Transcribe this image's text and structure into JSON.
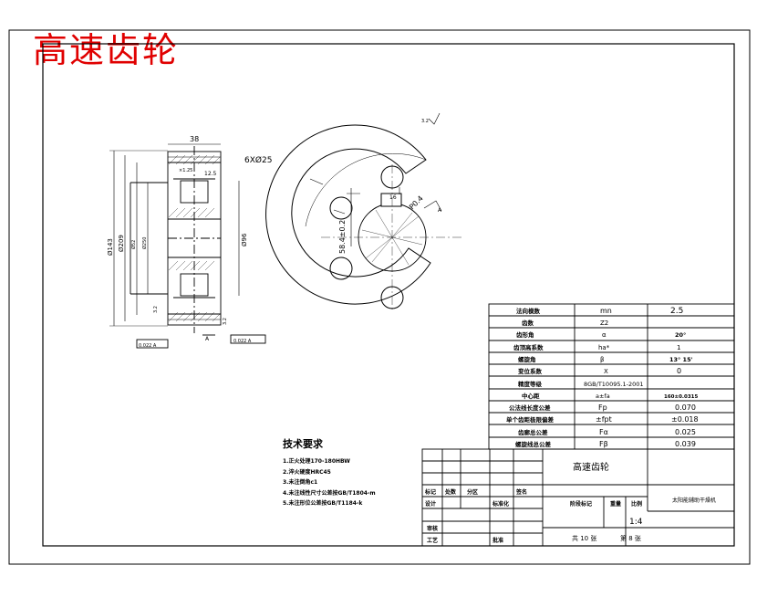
{
  "drawing_title": "高速齿轮",
  "technical_requirements": {
    "heading": "技术要求",
    "items": [
      "1.正火处理170-180HBW",
      "2.淬火硬度HRC45",
      "3.未注倒角c1",
      "4.未注线性尺寸公差按GB/T1804-m",
      "5.未注形位公差按GB/T1184-k"
    ]
  },
  "side_view_labels": {
    "width": "38",
    "hole_spec": "6XØ25",
    "hub_dia": "Ø96",
    "outer_dia": "Ø143",
    "dia_209": "Ø209",
    "dia_a": "Ø52",
    "dia_b": "Ø250",
    "chamfer": "×1.25",
    "datum_a": "A",
    "runout_1": "0.022 A",
    "runout_2": "0.022 A",
    "ra_1": "3.2",
    "ra_2": "3.2",
    "offset": "12.5"
  },
  "front_view_labels": {
    "keyway_dim": "58.4±0.2",
    "keyway_width": "16",
    "pitch_mark": "P0.4",
    "datum": "A",
    "roughness": "3.2"
  },
  "params_table": {
    "rows": [
      [
        "法向模数",
        "mn",
        "2.5"
      ],
      [
        "齿数",
        "Z2",
        ""
      ],
      [
        "齿形角",
        "α",
        "20°"
      ],
      [
        "齿顶高系数",
        "ha*",
        "1"
      ],
      [
        "螺旋角",
        "β",
        "13° 15'"
      ],
      [
        "变位系数",
        "X",
        "0"
      ],
      [
        "精度等级",
        "8GB/T10095.1-2001",
        ""
      ],
      [
        "中心距",
        "a±fa",
        "160±0.0315"
      ],
      [
        "公法线长度公差",
        "Fp",
        "0.070"
      ],
      [
        "单个齿距极限偏差",
        "±fpt",
        "±0.018"
      ],
      [
        "齿廓总公差",
        "Fα",
        "0.025"
      ],
      [
        "螺旋线总公差",
        "Fβ",
        "0.039"
      ]
    ]
  },
  "title_block": {
    "part_name": "高速齿轮",
    "org": "太阳能辅助干燥机",
    "scale": "1:4",
    "sheets": "共 10 张",
    "sheet_no": "第 8 张",
    "labels": {
      "mark": "标记",
      "count": "处数",
      "zone": "分区",
      "sign": "签名",
      "design": "设计",
      "standard": "标准化",
      "stage": "阶段标记",
      "weight": "重量",
      "ratio": "比例",
      "review": "审核",
      "craft": "工艺",
      "approve": "批准"
    }
  }
}
